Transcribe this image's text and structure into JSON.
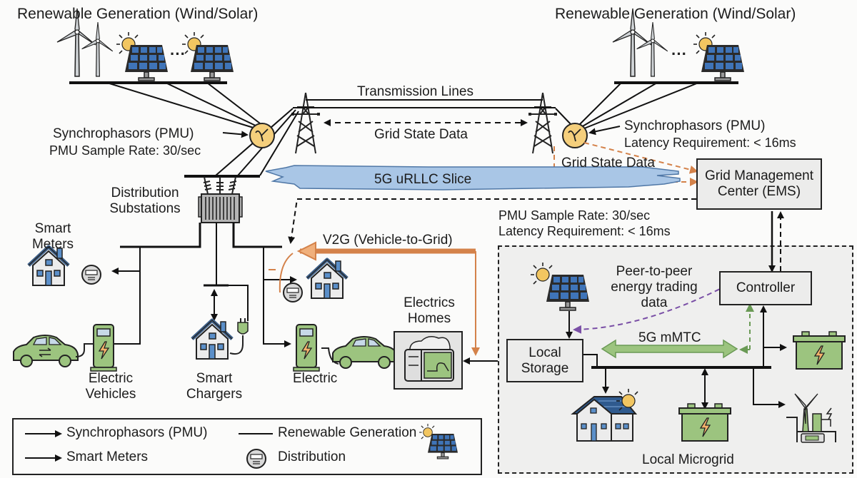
{
  "title_left": "Renewable Generation (Wind/Solar)",
  "title_right": "Renewable Generation (Wind/Solar)",
  "transmission": {
    "lines_label": "Transmission Lines",
    "grid_state_label": "Grid State Data"
  },
  "pmu_left": {
    "label": "Synchrophasors (PMU)",
    "sample_rate": "PMU Sample Rate: 30/sec"
  },
  "pmu_right": {
    "label": "Synchrophasors (PMU)",
    "latency": "Latency Requirement: < 16ms",
    "grid_state_label": "Grid State Data"
  },
  "urllc_slice": "5G uRLLC Slice",
  "ems": {
    "label_line1": "Grid Management",
    "label_line2": "Center (EMS)"
  },
  "ems_notes": {
    "sample_rate": "PMU Sample Rate: 30/sec",
    "latency": "Latency Requirement: < 16ms"
  },
  "distribution": {
    "label_line1": "Distribution",
    "label_line2": "Substations"
  },
  "smart_meters": {
    "label_line1": "Smart",
    "label_line2": "Meters"
  },
  "electric_vehicles": {
    "label_line1": "Electric",
    "label_line2": "Vehicles"
  },
  "smart_chargers": {
    "label_line1": "Smart",
    "label_line2": "Chargers"
  },
  "electric_station_label": "Electric",
  "v2g_label": "V2G (Vehicle-to-Grid)",
  "electrics_homes": {
    "label_line1": "Electrics",
    "label_line2": "Homes"
  },
  "microgrid": {
    "title": "Local Microgrid",
    "p2p_line1": "Peer-to-peer",
    "p2p_line2": "energy trading",
    "p2p_line3": "data",
    "controller": "Controller",
    "mmtc": "5G mMTC",
    "storage_line1": "Local",
    "storage_line2": "Storage"
  },
  "legend": {
    "items": [
      {
        "icon": "arrow-icon",
        "label": "Synchrophasors (PMU)"
      },
      {
        "icon": "line-icon",
        "label": "Renewable Generation"
      },
      {
        "icon": "arrow-icon",
        "label": "Smart Meters"
      },
      {
        "icon": "meter-icon",
        "label": "Distribution"
      }
    ],
    "corner_icon": "solar-panel-icon"
  },
  "colors": {
    "urllc_fill": "#a9c6e6",
    "v2g_orange": "#d4824a",
    "mmtc_green": "#8dbd72",
    "p2p_purple": "#7a4fa6",
    "pmu_yellow": "#f5cf7c",
    "ev_green": "#9cc47f",
    "solar_blue": "#3f74b8"
  }
}
